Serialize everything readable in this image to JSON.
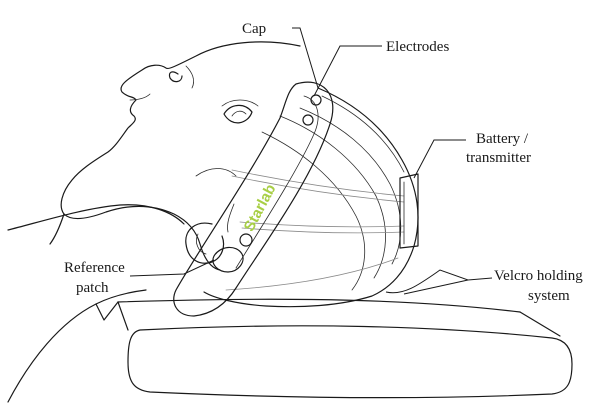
{
  "labels": {
    "cap": "Cap",
    "electrodes": "Electrodes",
    "battery_line1": "Battery /",
    "battery_line2": "transmitter",
    "reference_line1": "Reference",
    "reference_line2": "patch",
    "velcro_line1": "Velcro holding",
    "velcro_line2": "system"
  },
  "brand": {
    "text": "Starlab",
    "color": "#a8cf45"
  },
  "colors": {
    "line": "#1a1a1a",
    "background": "#ffffff"
  }
}
